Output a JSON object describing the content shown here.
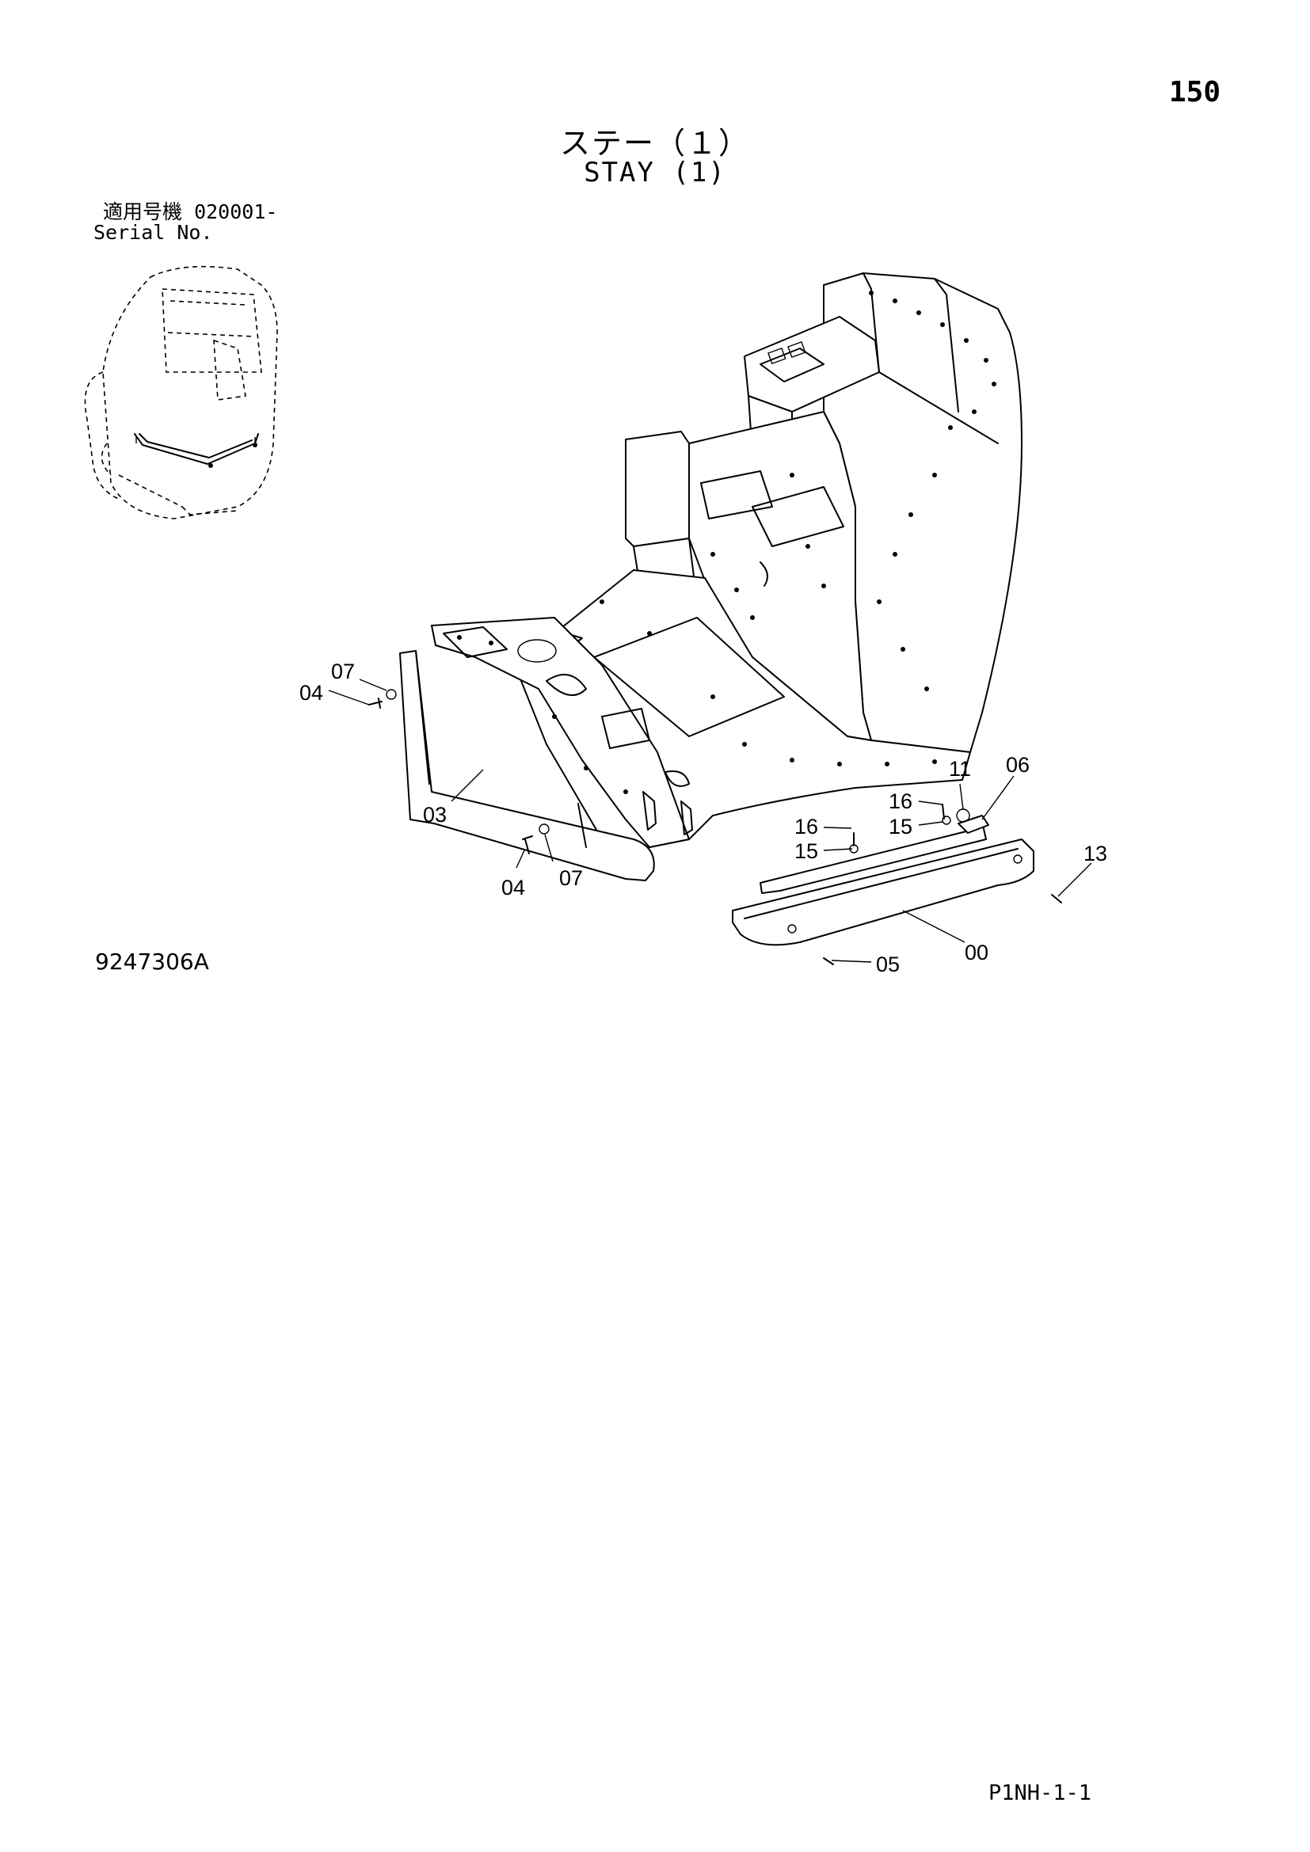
{
  "page_number": "150",
  "title_jp": "ステー（１）",
  "title_en": "STAY (1)",
  "serial": {
    "label_jp": "適用号機",
    "range": "020001-",
    "label_en": "Serial No."
  },
  "drawing_number": "9247306A",
  "page_code": "P1NH-1-1",
  "callouts": {
    "c07a": "07",
    "c04a": "04",
    "c03": "03",
    "c04b": "04",
    "c07b": "07",
    "c16a": "16",
    "c15a": "15",
    "c16b": "16",
    "c15b": "15",
    "c11": "11",
    "c06": "06",
    "c13": "13",
    "c05": "05",
    "c00": "00"
  }
}
